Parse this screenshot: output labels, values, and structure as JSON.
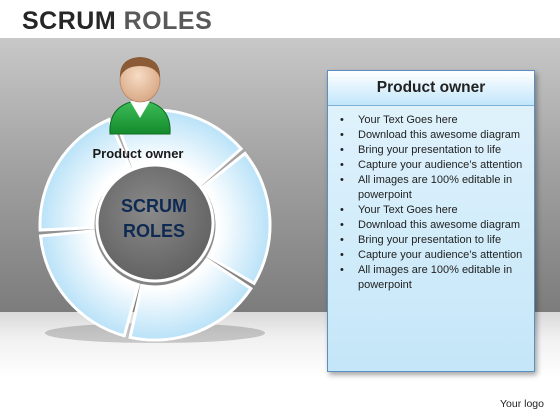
{
  "slide": {
    "title_part1": "SCRUM",
    "title_part2": "ROLES"
  },
  "diagram": {
    "center_label_line1": "SCRUM",
    "center_label_line2": "ROLES",
    "active_segment_label": "Product owner",
    "segment_count": 5,
    "colors": {
      "segment_fill": "#bfe6fb",
      "segment_stroke": "#ffffff",
      "center_fill": "#6e6e6e",
      "center_text": "#0e2a52"
    }
  },
  "info_box": {
    "heading": "Product owner",
    "bullets": [
      "Your Text Goes here",
      "Download this awesome diagram",
      "Bring your presentation to life",
      "Capture your audience’s attention",
      "All images are 100% editable in powerpoint",
      "Your Text Goes here",
      "Download this awesome diagram",
      "Bring your presentation to life",
      "Capture your audience’s attention",
      "All images are 100% editable in powerpoint"
    ]
  },
  "footer": {
    "logo_text": "Your logo"
  }
}
